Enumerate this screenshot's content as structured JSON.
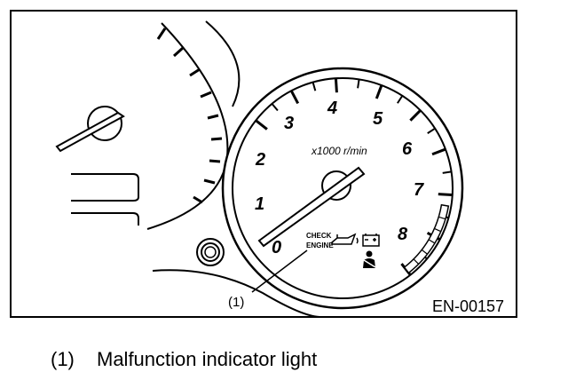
{
  "figure": {
    "code": "EN-00157",
    "callout": "(1)",
    "tachometer": {
      "unit": "x1000 r/min",
      "numerals": [
        "0",
        "1",
        "2",
        "3",
        "4",
        "5",
        "6",
        "7",
        "8"
      ],
      "warning_label_line1": "CHECK",
      "warning_label_line2": "ENGINE"
    }
  },
  "caption": {
    "number": "(1)",
    "text": "Malfunction indicator light"
  },
  "colors": {
    "ink": "#000000",
    "paper": "#ffffff"
  }
}
